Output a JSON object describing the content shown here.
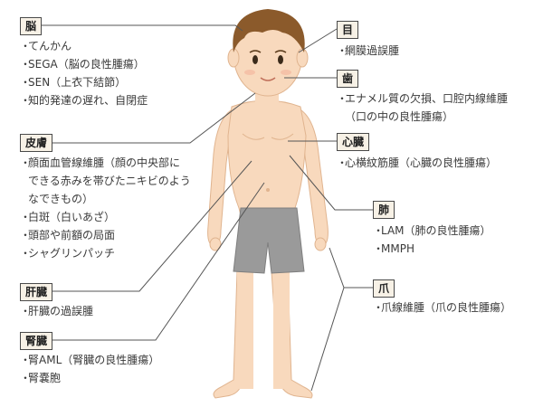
{
  "colors": {
    "label_bg": "#f7f1e6",
    "line": "#555555",
    "skin": "#f8d9bd",
    "hair": "#8b5a2b",
    "shorts": "#9a9a9a"
  },
  "sections": {
    "brain": {
      "title": "脳",
      "items": [
        "てんかん",
        "SEGA（脳の良性腫瘍）",
        "SEN（上衣下結節）",
        "知的発達の遅れ、自閉症"
      ]
    },
    "skin": {
      "title": "皮膚",
      "items": [
        "顔面血管線維腫（顔の中央部に",
        "できる赤みを帯びたニキビのよう",
        "なできもの）",
        "白斑（白いあざ）",
        "頭部や前額の局面",
        "シャグリンパッチ"
      ]
    },
    "liver": {
      "title": "肝臓",
      "items": [
        "肝臓の過誤腫"
      ]
    },
    "kidney": {
      "title": "腎臓",
      "items": [
        "腎AML（腎臓の良性腫瘍）",
        "腎嚢胞"
      ]
    },
    "eye": {
      "title": "目",
      "items": [
        "網膜過誤腫"
      ]
    },
    "teeth": {
      "title": "歯",
      "items": [
        "エナメル質の欠損、口腔内線維腫",
        "（口の中の良性腫瘍）"
      ]
    },
    "heart": {
      "title": "心臓",
      "items": [
        "心横紋筋腫（心臓の良性腫瘍）"
      ]
    },
    "lung": {
      "title": "肺",
      "items": [
        "LAM（肺の良性腫瘍）",
        "MMPH"
      ]
    },
    "nail": {
      "title": "爪",
      "items": [
        "爪線維腫（爪の良性腫瘍）"
      ]
    }
  }
}
